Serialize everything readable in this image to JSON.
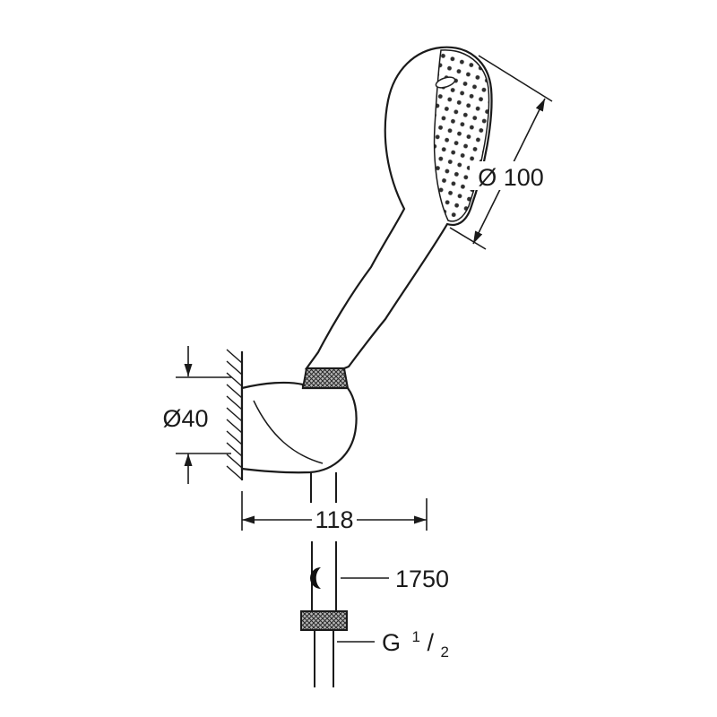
{
  "diagram": {
    "type": "technical-dimension-drawing",
    "subject": "hand-shower-with-wall-holder-and-hose",
    "background_color": "#ffffff",
    "line_color": "#1a1a1a",
    "dimensions": {
      "head_diameter": "Ø 100",
      "holder_diameter": "Ø40",
      "wall_distance": "118",
      "hose_length": "1750",
      "thread_prefix": "G",
      "thread_numerator": "1",
      "thread_slash": "/",
      "thread_denominator": "2"
    }
  }
}
